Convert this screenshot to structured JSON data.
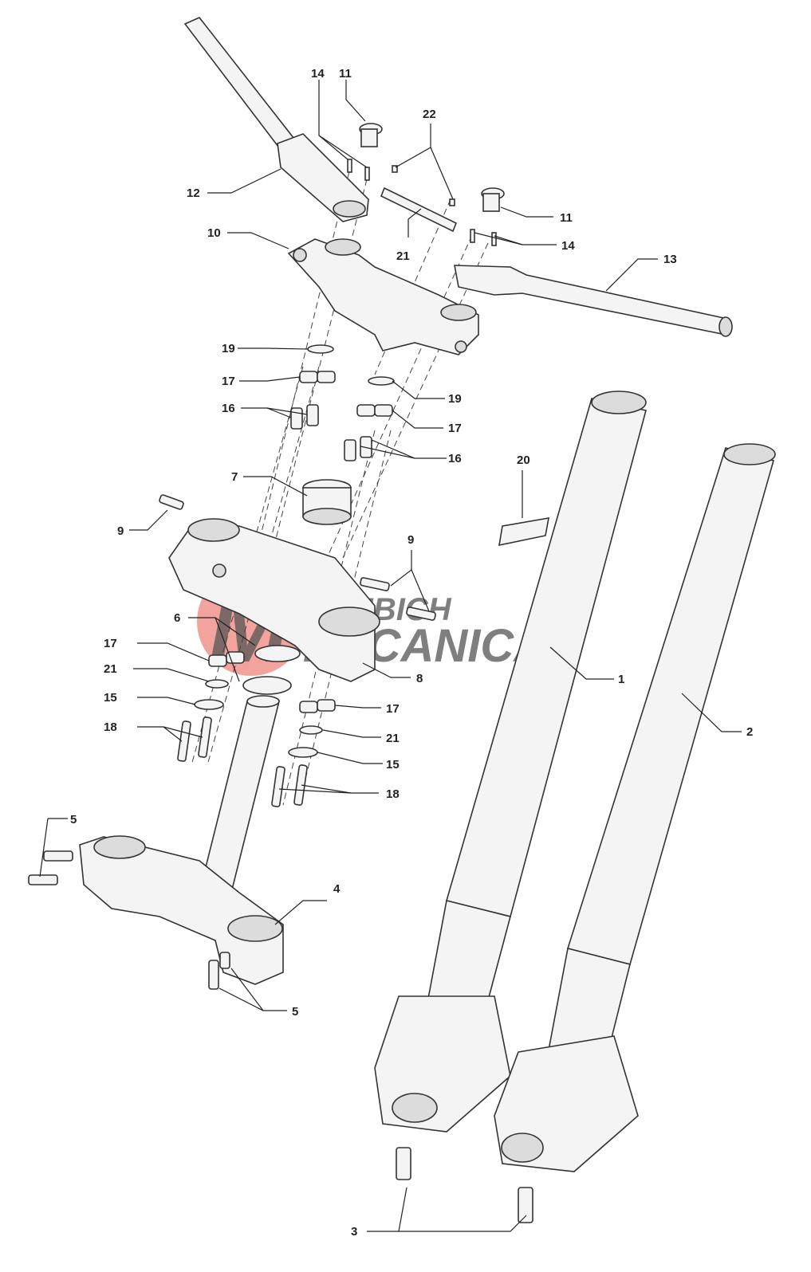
{
  "watermark": {
    "line1": "REJBICH",
    "line2": "ECCANICA",
    "logo_letter": "M"
  },
  "callouts": [
    {
      "id": "c1",
      "text": "1"
    },
    {
      "id": "c2",
      "text": "2"
    },
    {
      "id": "c3",
      "text": "3"
    },
    {
      "id": "c4",
      "text": "4"
    },
    {
      "id": "c5a",
      "text": "5"
    },
    {
      "id": "c5b",
      "text": "5"
    },
    {
      "id": "c6",
      "text": "6"
    },
    {
      "id": "c7",
      "text": "7"
    },
    {
      "id": "c8",
      "text": "8"
    },
    {
      "id": "c9a",
      "text": "9"
    },
    {
      "id": "c9b",
      "text": "9"
    },
    {
      "id": "c10",
      "text": "10"
    },
    {
      "id": "c11a",
      "text": "11"
    },
    {
      "id": "c11b",
      "text": "11"
    },
    {
      "id": "c12",
      "text": "12"
    },
    {
      "id": "c13",
      "text": "13"
    },
    {
      "id": "c14a",
      "text": "14"
    },
    {
      "id": "c14b",
      "text": "14"
    },
    {
      "id": "c15a",
      "text": "15"
    },
    {
      "id": "c15b",
      "text": "15"
    },
    {
      "id": "c16a",
      "text": "16"
    },
    {
      "id": "c16b",
      "text": "16"
    },
    {
      "id": "c17a",
      "text": "17"
    },
    {
      "id": "c17b",
      "text": "17"
    },
    {
      "id": "c17c",
      "text": "17"
    },
    {
      "id": "c17d",
      "text": "17"
    },
    {
      "id": "c18a",
      "text": "18"
    },
    {
      "id": "c18b",
      "text": "18"
    },
    {
      "id": "c19a",
      "text": "19"
    },
    {
      "id": "c19b",
      "text": "19"
    },
    {
      "id": "c20",
      "text": "20"
    },
    {
      "id": "c21a",
      "text": "21"
    },
    {
      "id": "c21b",
      "text": "21"
    },
    {
      "id": "c21c",
      "text": "21"
    },
    {
      "id": "c22",
      "text": "22"
    }
  ]
}
